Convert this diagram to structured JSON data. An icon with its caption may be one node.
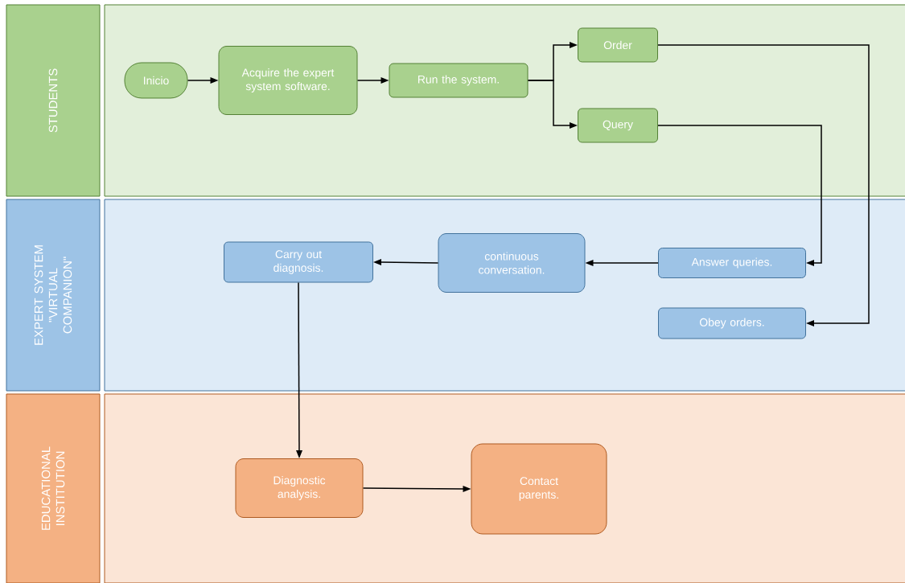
{
  "diagram": {
    "nodes": [
      {
        "text": [
          "STUDENTS"
        ]
      },
      {
        "text": [
          "EXPERT SYSTEM \"VIRTUAL COMPANION\""
        ]
      },
      {
        "text": [
          "EDUCATIONAL INSTITUTION"
        ]
      },
      {
        "text": [
          "Inicio"
        ]
      },
      {
        "text": [
          "Acquire the expert system software."
        ]
      },
      {
        "text": [
          "Run the system."
        ]
      },
      {
        "text": [
          "Order"
        ]
      },
      {
        "text": [
          "Query"
        ]
      },
      {
        "text": [
          "Carry out diagnosis."
        ]
      },
      {
        "text": [
          "continuous conversation."
        ]
      },
      {
        "text": [
          "Answer queries."
        ]
      },
      {
        "text": [
          "Obey orders."
        ]
      },
      {
        "text": [
          "Diagnostic analysis."
        ]
      },
      {
        "text": [
          "Contact parents."
        ]
      }
    ],
    "edges": [
      {
        "from": 3,
        "to": 4,
        "arrow": "to"
      },
      {
        "from": 4,
        "to": 5,
        "arrow": "to"
      },
      {
        "from": 5,
        "to": 6,
        "arrow": "to"
      },
      {
        "from": 5,
        "to": 7,
        "arrow": "to"
      },
      {
        "from": 6,
        "to": 11,
        "arrow": "to"
      },
      {
        "from": 7,
        "to": 10,
        "arrow": "to"
      },
      {
        "from": 10,
        "to": 9,
        "arrow": "to"
      },
      {
        "from": 9,
        "to": 8,
        "arrow": "to"
      },
      {
        "from": 8,
        "to": 12,
        "arrow": "to"
      },
      {
        "from": 12,
        "to": 13,
        "arrow": "to"
      }
    ]
  }
}
